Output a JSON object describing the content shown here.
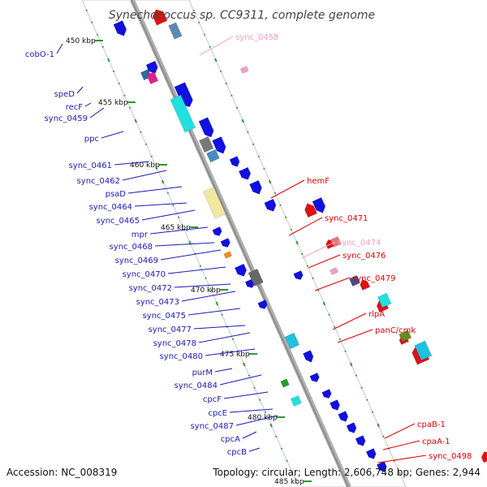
{
  "header": {
    "title": "Synechococcus sp. CC9311, complete genome"
  },
  "footer": {
    "accession": "Accession: NC_008319",
    "summary": "Topology: circular; Length: 2,606,748 bp; Genes: 2,944"
  },
  "colors": {
    "left_label": "#1a1ab4",
    "right_label": "#e00000",
    "right_label_pseudo": "#f0a0c8",
    "backbone": "#8c8c8c",
    "tick_dot": "#2a9a2a",
    "gene_fwd": "#1010e0",
    "gene_rev": "#e01010",
    "band": "#c8c8c8"
  },
  "kbp_ticks": [
    "450 kbp",
    "455 kbp",
    "460 kbp",
    "465 kbp",
    "470 kbp",
    "475 kbp",
    "480 kbp",
    "485 kbp"
  ],
  "left_labels": [
    "cobO-1",
    "speD",
    "recF",
    "sync_0459",
    "ppc",
    "sync_0461",
    "sync_0462",
    "psaD",
    "sync_0464",
    "sync_0465",
    "mpr",
    "sync_0468",
    "sync_0469",
    "sync_0470",
    "sync_0472",
    "sync_0473",
    "sync_0475",
    "sync_0477",
    "sync_0478",
    "sync_0480",
    "purM",
    "sync_0484",
    "cpcF",
    "cpcE",
    "sync_0487",
    "cpcA",
    "cpcB"
  ],
  "right_labels": [
    "sync_0458",
    "hemF",
    "sync_0471",
    "sync_0474",
    "sync_0476",
    "sync_0479",
    "rlpA",
    "panC/cmk",
    "cpaB-1",
    "cpaA-1",
    "sync_0498"
  ]
}
